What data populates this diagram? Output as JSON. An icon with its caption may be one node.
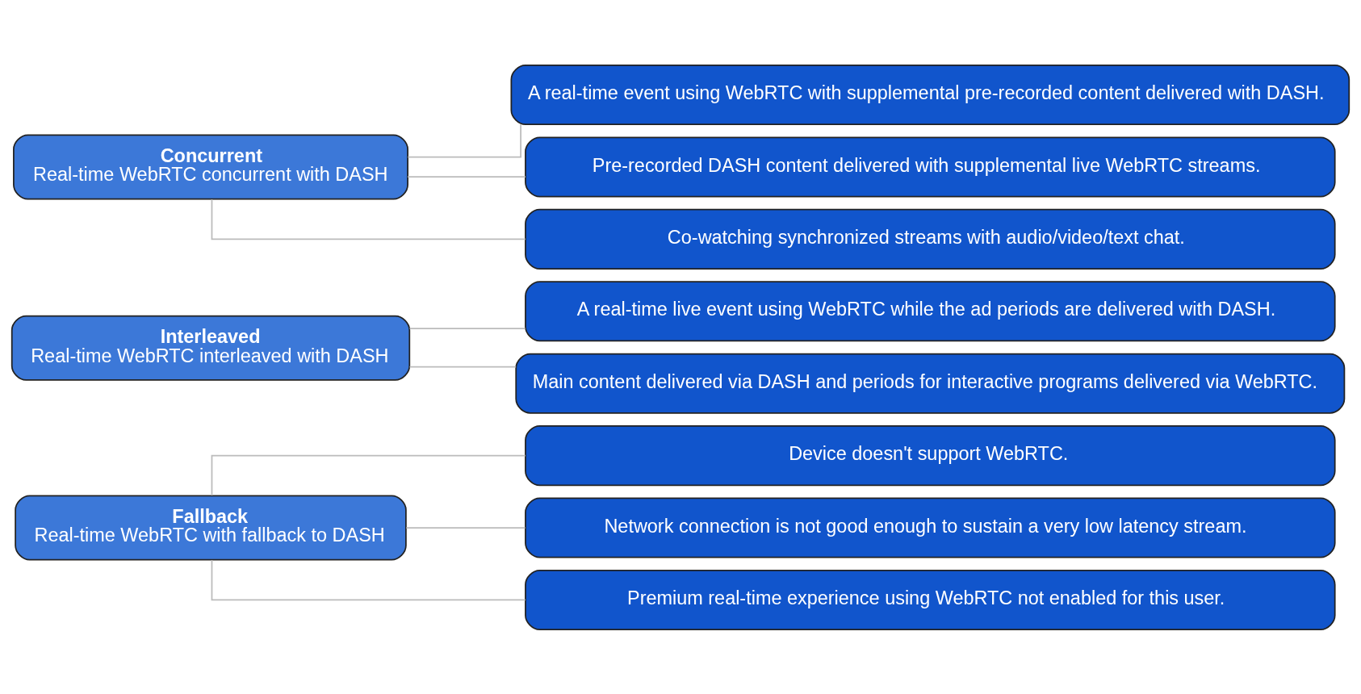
{
  "diagram": {
    "nodes": [
      {
        "text": [
          "Fallback",
          "Real-time WebRTC with fallback to DASH"
        ]
      },
      {
        "text": [
          "Device doesn't support WebRTC."
        ]
      },
      {
        "text": [
          "Network connection is not good enough to sustain a very low latency stream."
        ]
      },
      {
        "text": [
          "Premium real-time experience using WebRTC not enabled for this user."
        ]
      },
      {
        "text": [
          "Interleaved",
          "Real-time WebRTC interleaved with DASH"
        ]
      },
      {
        "text": [
          "A real-time live event using WebRTC while the ad periods are delivered with DASH."
        ]
      },
      {
        "text": [
          "Main content delivered via DASH and periods for interactive programs delivered via WebRTC."
        ]
      },
      {
        "text": [
          "Concurrent",
          "Real-time WebRTC concurrent with DASH"
        ]
      },
      {
        "text": [
          "A real-time event using WebRTC with supplemental pre-recorded content delivered with DASH."
        ]
      },
      {
        "text": [
          "Pre-recorded DASH content delivered with supplemental live WebRTC streams."
        ]
      },
      {
        "text": [
          "Co-watching synchronized streams with audio/video/text chat."
        ]
      }
    ],
    "edges": [
      {
        "from": 0,
        "to": 1,
        "arrow": "none"
      },
      {
        "from": 0,
        "to": 2,
        "arrow": "none"
      },
      {
        "from": 0,
        "to": 3,
        "arrow": "none"
      },
      {
        "from": 4,
        "to": 5,
        "arrow": "none"
      },
      {
        "from": 4,
        "to": 6,
        "arrow": "none"
      },
      {
        "from": 7,
        "to": 8,
        "arrow": "none"
      },
      {
        "from": 7,
        "to": 9,
        "arrow": "none"
      },
      {
        "from": 7,
        "to": 10,
        "arrow": "none"
      }
    ]
  }
}
